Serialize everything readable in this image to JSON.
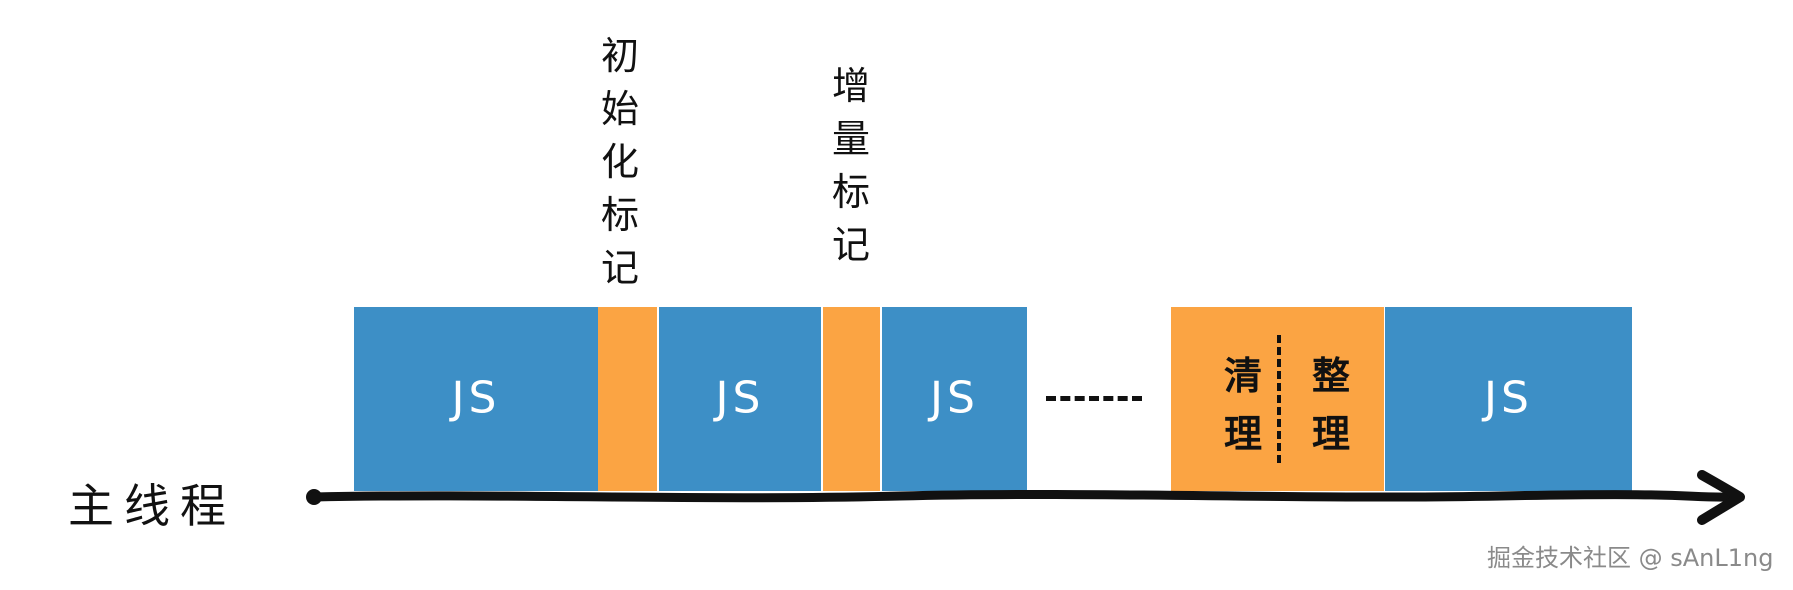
{
  "diagram": {
    "axis": {
      "label": "主线程",
      "direction": "left-to-right"
    },
    "colors": {
      "js_block": "#3d8fc6",
      "gc_block": "#fba443",
      "axis": "#111111",
      "watermark": "#8a8a8a"
    },
    "blocks": [
      {
        "type": "js",
        "label": "JS"
      },
      {
        "type": "gc",
        "label": "",
        "annotation": "初始化标记"
      },
      {
        "type": "js",
        "label": "JS"
      },
      {
        "type": "gc",
        "label": "",
        "annotation": "增量标记"
      },
      {
        "type": "js",
        "label": "JS"
      },
      {
        "type": "ellipsis",
        "label": "......"
      },
      {
        "type": "gc",
        "left_label": "清理",
        "right_label": "整理"
      },
      {
        "type": "js",
        "label": "JS"
      }
    ],
    "annotations": {
      "init_mark": [
        "初",
        "始",
        "化",
        "标",
        "记"
      ],
      "incremental_mark": [
        "增",
        "量",
        "标",
        "记"
      ]
    },
    "cleanup": {
      "left": [
        "清",
        "理"
      ],
      "right": [
        "整",
        "理"
      ]
    }
  },
  "watermark": "掘金技术社区 @ sAnL1ng"
}
